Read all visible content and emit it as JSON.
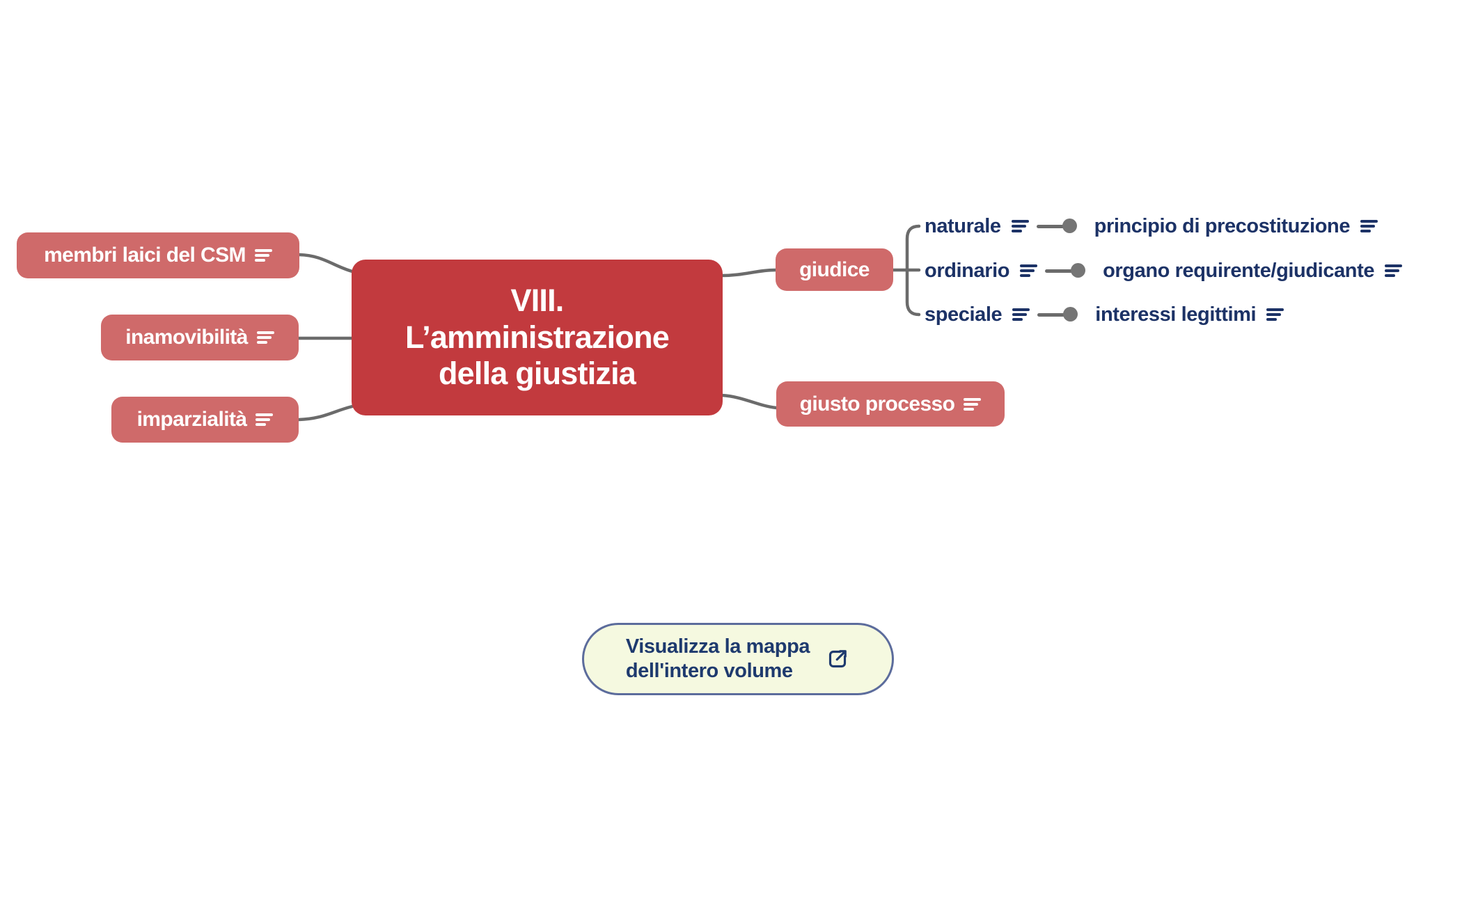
{
  "colors": {
    "central_bg": "#c23a3e",
    "branch_bg": "#cf6a6a",
    "node_text": "#ffffff",
    "label_text": "#1c3266",
    "connector_gray": "#6b6b6b",
    "button_bg": "#f5f9e0",
    "button_border": "#5c6c9c",
    "button_text": "#1e3a6e"
  },
  "map": {
    "root": {
      "line1": "VIII.",
      "line2": "L’amministrazione",
      "line3": "della giustizia"
    },
    "left_nodes": [
      {
        "label": "membri laici del CSM",
        "icon": "notes-icon"
      },
      {
        "label": "inamovibilità",
        "icon": "notes-icon"
      },
      {
        "label": "imparzialità",
        "icon": "notes-icon"
      }
    ],
    "right": {
      "giudice": {
        "label": "giudice"
      },
      "children": [
        {
          "label": "naturale",
          "icon": "notes-icon",
          "target": "principio di precostituzione",
          "target_icon": "notes-icon"
        },
        {
          "label": "ordinario",
          "icon": "notes-icon",
          "target": "organo requirente/giudicante",
          "target_icon": "notes-icon"
        },
        {
          "label": "speciale",
          "icon": "notes-icon",
          "target": "interessi legittimi",
          "target_icon": "notes-icon"
        }
      ],
      "giusto_processo": {
        "label": "giusto processo",
        "icon": "notes-icon"
      }
    }
  },
  "footer": {
    "button": {
      "line1": "Visualizza la mappa",
      "line2": "dell'intero volume",
      "icon": "external-link-icon"
    }
  }
}
